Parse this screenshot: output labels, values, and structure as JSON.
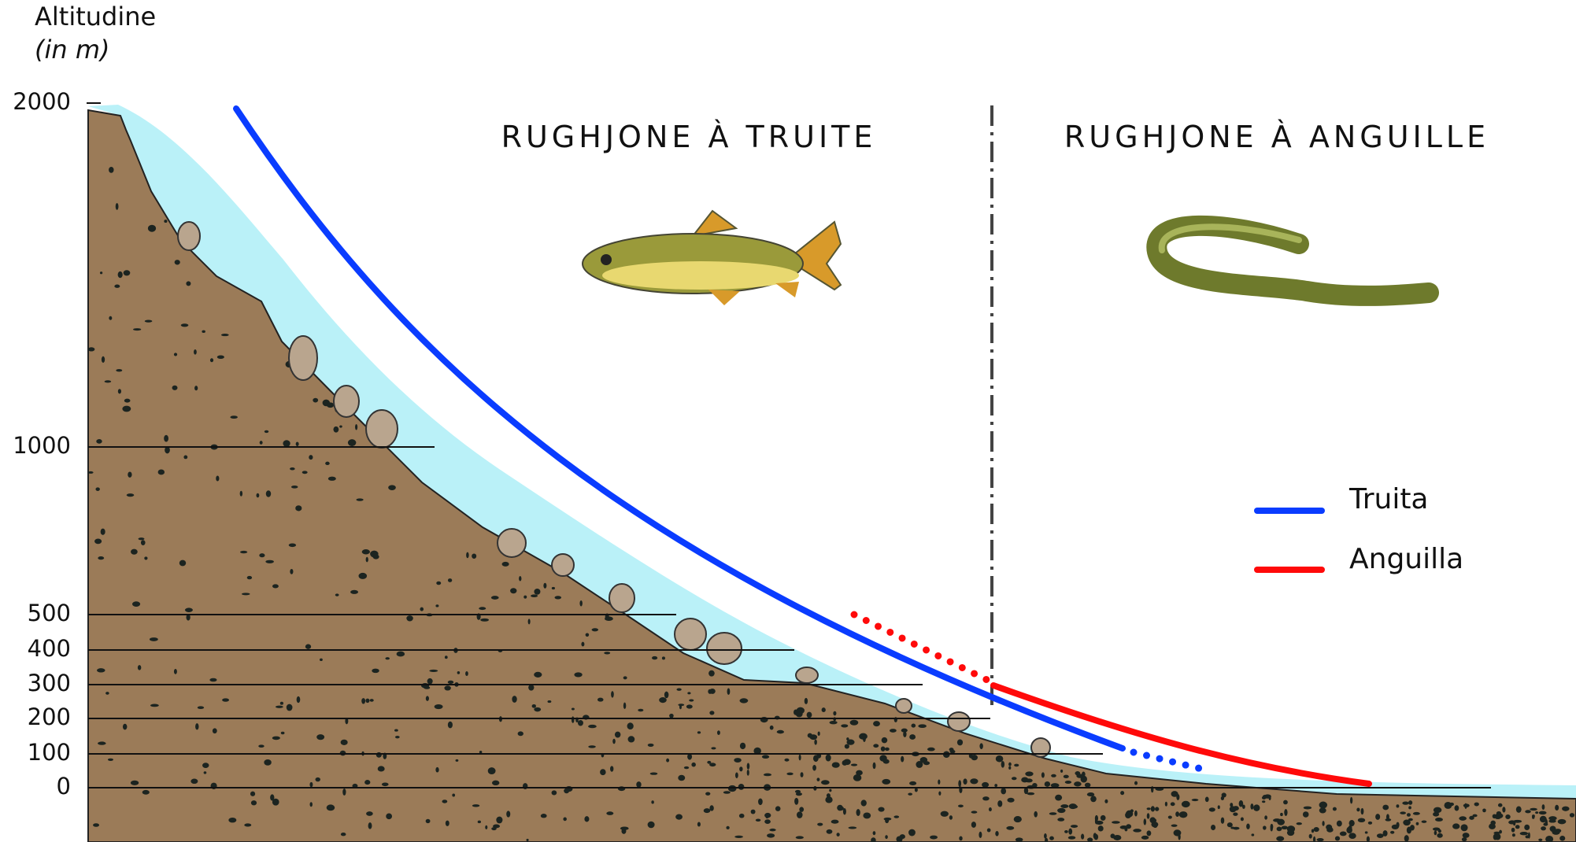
{
  "axis": {
    "title": "Altitudine",
    "unit": "(in m)",
    "ticks": [
      {
        "label": "2000",
        "value": 2000
      },
      {
        "label": "1000",
        "value": 1000
      },
      {
        "label": "500",
        "value": 500
      },
      {
        "label": "400",
        "value": 400
      },
      {
        "label": "300",
        "value": 300
      },
      {
        "label": "200",
        "value": 200
      },
      {
        "label": "100",
        "value": 100
      },
      {
        "label": "0",
        "value": 0
      }
    ]
  },
  "zones": {
    "trout": "RUGHJONE À TRUITE",
    "eel": "RUGHJONE À ANGUILLE"
  },
  "legend": {
    "trout": {
      "label": "Truita",
      "color": "#0a3cff"
    },
    "eel": {
      "label": "Anguilla",
      "color": "#ff0a0a"
    }
  },
  "colors": {
    "ground": "#9b7b58",
    "water": "#aeeff7"
  }
}
